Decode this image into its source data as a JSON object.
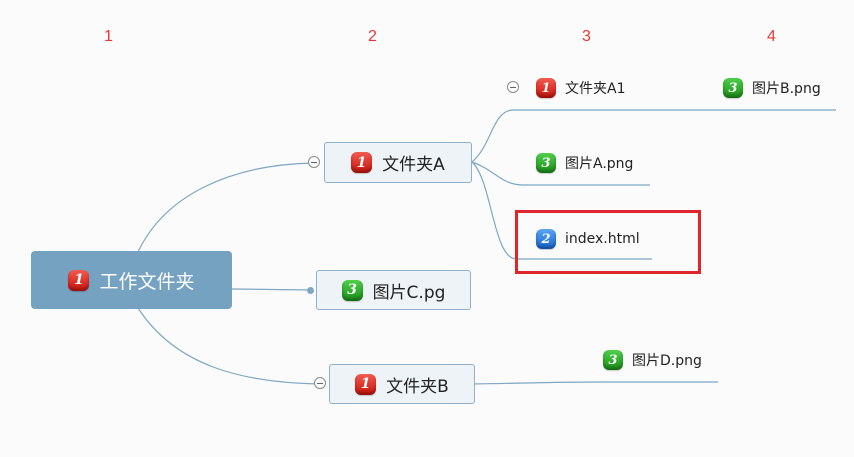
{
  "levels": [
    "1",
    "2",
    "3",
    "4"
  ],
  "root": {
    "badge": "1",
    "label": "工作文件夹"
  },
  "level2": {
    "folder_a": {
      "badge": "1",
      "label": "文件夹A"
    },
    "image_c": {
      "badge": "3",
      "label": "图片C.pg"
    },
    "folder_b": {
      "badge": "1",
      "label": "文件夹B"
    }
  },
  "level3": {
    "folder_a1": {
      "badge": "1",
      "label": "文件夹A1"
    },
    "image_a": {
      "badge": "3",
      "label": "图片A.png"
    },
    "index_html": {
      "badge": "2",
      "label": "index.html"
    },
    "image_d": {
      "badge": "3",
      "label": "图片D.png"
    }
  },
  "level4": {
    "image_b": {
      "badge": "3",
      "label": "图片B.png"
    }
  },
  "colors": {
    "level_numbers": "#e53935",
    "root_fill": "#76a2c1",
    "connector": "#7ea7c4",
    "highlight_border": "#e0262d",
    "badge_red": "#d7261c",
    "badge_green": "#26a324",
    "badge_blue": "#1f7ae0"
  }
}
